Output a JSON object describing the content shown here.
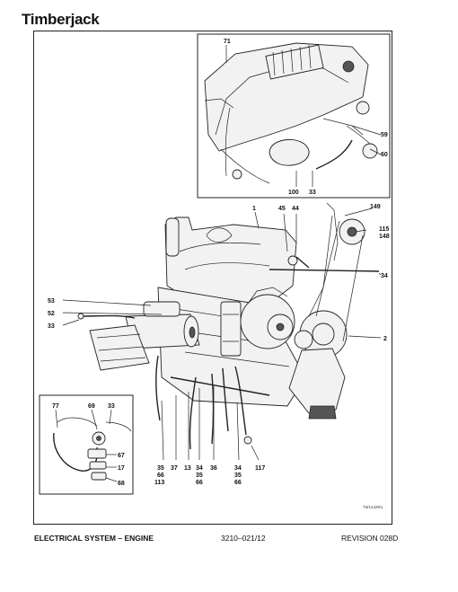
{
  "header": {
    "brand": "Timberjack"
  },
  "footer": {
    "section_title": "ELECTRICAL SYSTEM – ENGINE",
    "page_code": "3210–021/12",
    "revision": "REVISION 028D"
  },
  "figure": {
    "reference_code": "T3/1242R1",
    "inset_top_callouts": {
      "c71": "71",
      "c59": "59",
      "c60": "60",
      "c100": "100",
      "c33": "33"
    },
    "main_callouts": {
      "c1": "1",
      "c45": "45",
      "c44": "44",
      "c149": "149",
      "c115": "115",
      "c148": "148",
      "c34": "34",
      "c53": "53",
      "c52": "52",
      "c33": "33",
      "c2": "2",
      "c117": "117"
    },
    "bottom_stacks": [
      {
        "key": "s1",
        "lines": [
          "35",
          "66",
          "113"
        ]
      },
      {
        "key": "s2",
        "lines": [
          "37"
        ]
      },
      {
        "key": "s3",
        "lines": [
          "13"
        ]
      },
      {
        "key": "s4",
        "lines": [
          "34",
          "35",
          "66"
        ]
      },
      {
        "key": "s5",
        "lines": [
          "36"
        ]
      },
      {
        "key": "s6",
        "lines": [
          "34",
          "35",
          "66"
        ]
      }
    ],
    "inset_bottom_callouts": {
      "c77": "77",
      "c69": "69",
      "c33": "33",
      "c67": "67",
      "c17": "17",
      "c68": "68"
    }
  }
}
